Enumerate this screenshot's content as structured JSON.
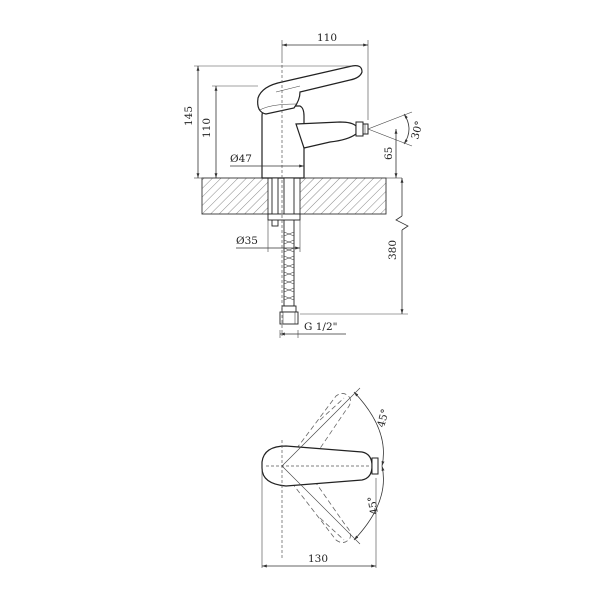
{
  "side_view": {
    "width_top": "110",
    "height_total": "145",
    "height_body": "110",
    "spout_angle": "30°",
    "spout_height": "65",
    "base_diameter": "Ø47",
    "shank_diameter": "Ø35",
    "hose_length": "380",
    "thread": "G 1/2\""
  },
  "top_view": {
    "angle_upper": "45°",
    "angle_lower": "45°",
    "depth": "130"
  }
}
